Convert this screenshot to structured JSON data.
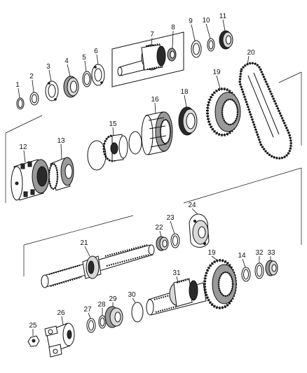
{
  "callouts": [
    "1",
    "2",
    "3",
    "4",
    "5",
    "6",
    "7",
    "8",
    "9",
    "10",
    "11",
    "12",
    "13",
    "14",
    "15",
    "16",
    "18",
    "19",
    "19",
    "20",
    "21",
    "22",
    "23",
    "24",
    "25",
    "26",
    "27",
    "28",
    "29",
    "30",
    "31",
    "32",
    "33"
  ]
}
